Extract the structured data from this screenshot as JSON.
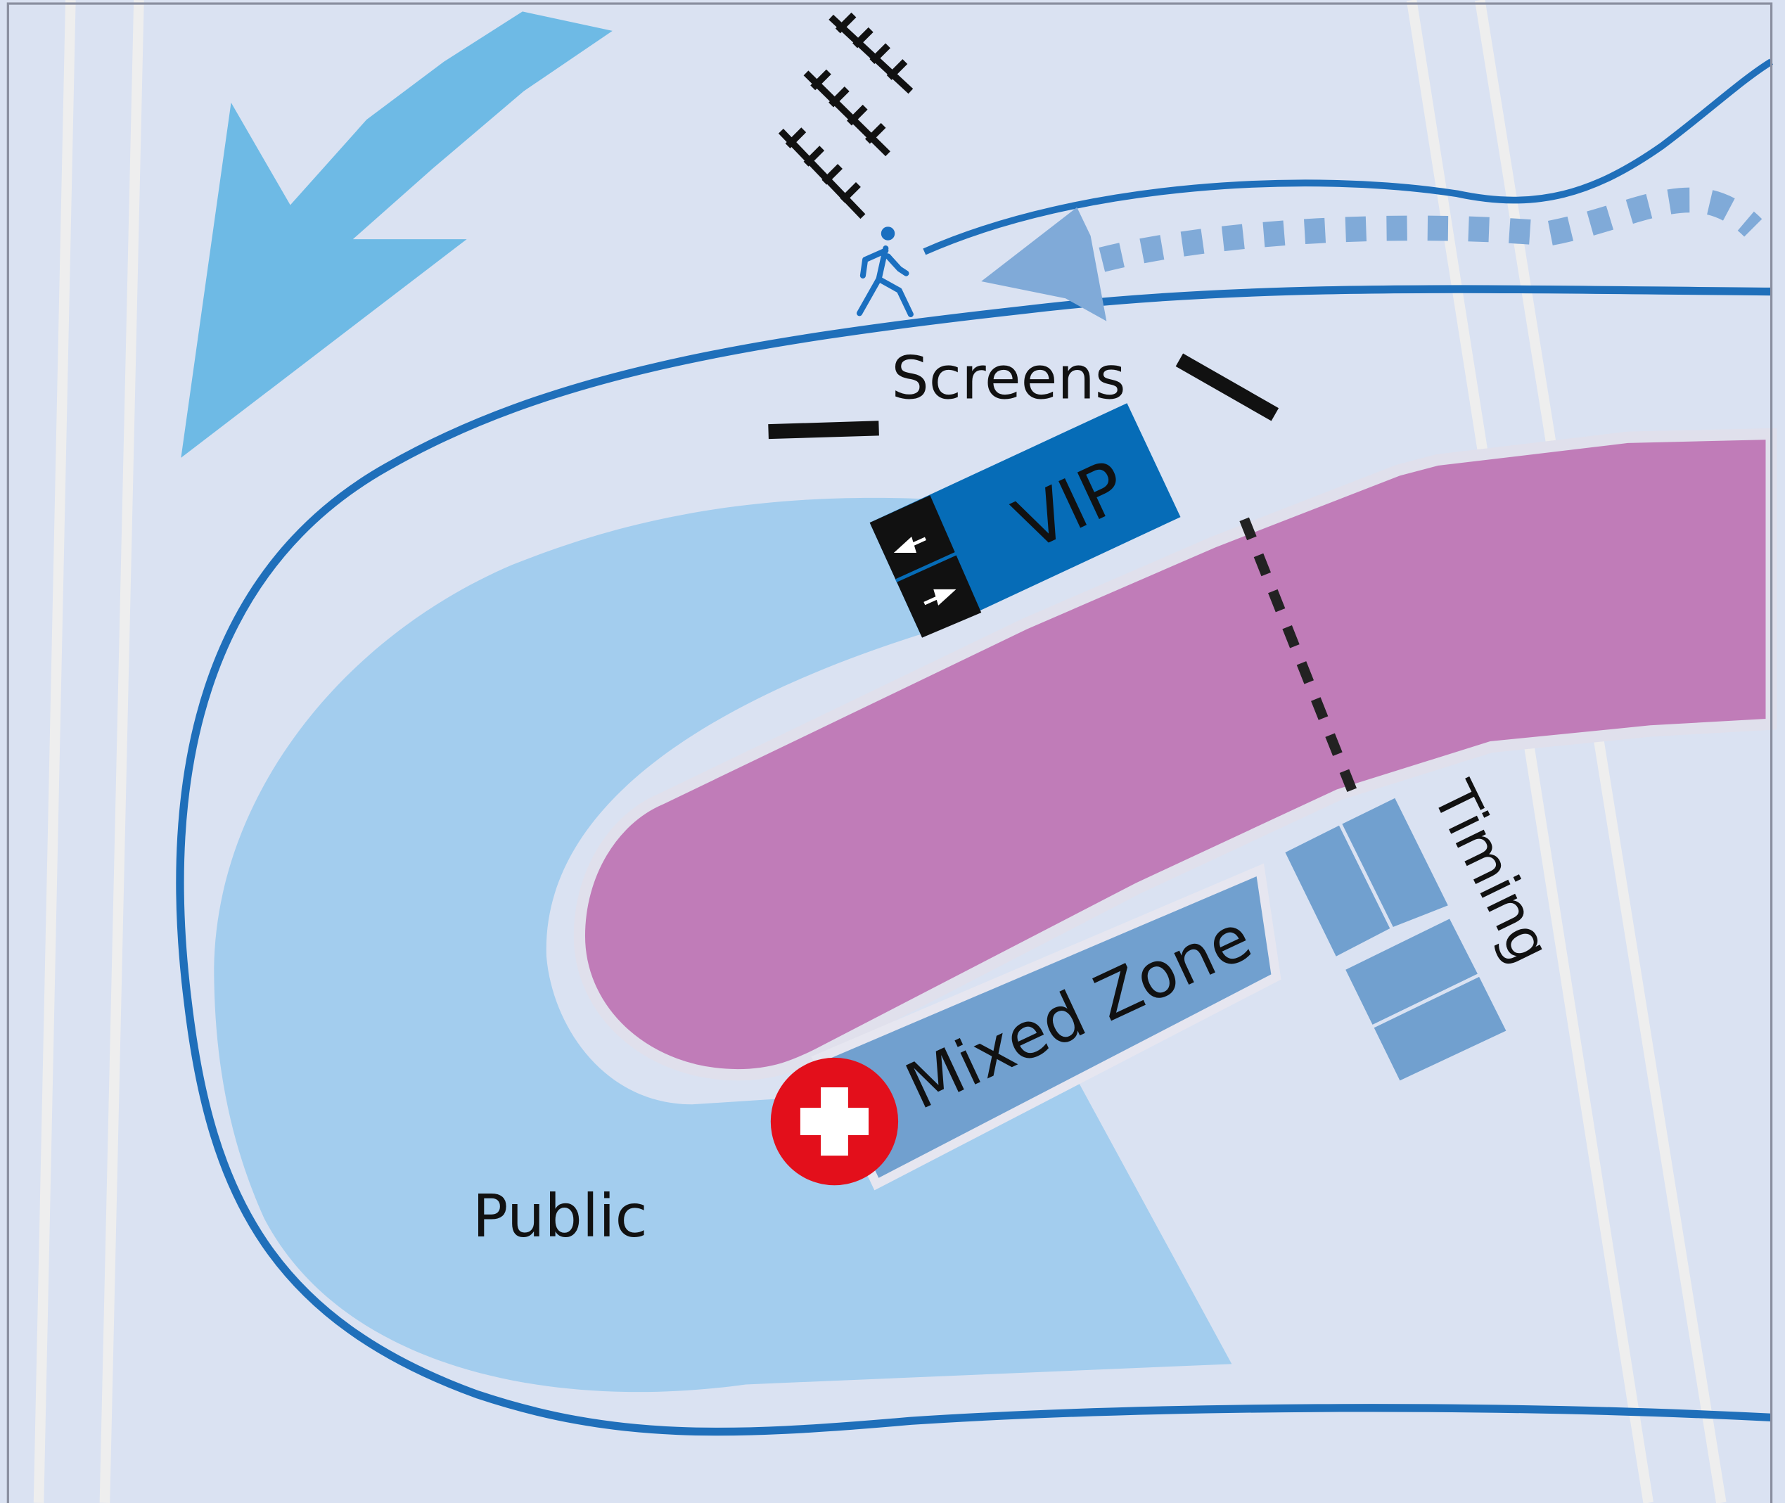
{
  "labels": {
    "screens": "Screens",
    "vip": "VIP",
    "timing": "Timing",
    "mixed_zone": "Mixed Zone",
    "public": "Public"
  },
  "colors": {
    "background": "#dae2f2",
    "border": "#8a8fa0",
    "ski_lines": "#eeeeee",
    "course_line": "#1f6fba",
    "public_area": "#a3cdee",
    "finish_area": "#c07cb8",
    "vip_box": "#066cb7",
    "service_boxes": "#71a0cf",
    "big_arrow": "#6ebae5",
    "dashed_arrow": "#80aad8",
    "first_aid_red": "#e30f1b",
    "fence": "#111111"
  },
  "icons": {
    "pedestrian": "walking-person-icon",
    "first_aid": "first-aid-cross-icon",
    "entry_exit": "entry-exit-arrows-icon"
  }
}
